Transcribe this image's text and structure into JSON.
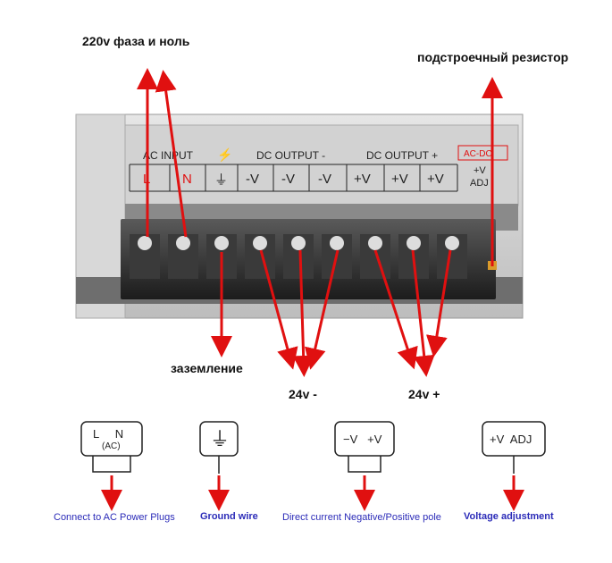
{
  "labels": {
    "phase_neutral": "220v фаза и ноль",
    "trimmer": "подстроечный резистор",
    "ground": "заземление",
    "minus24": "24v -",
    "plus24": "24v +"
  },
  "panel": {
    "ac_input": "AC INPUT",
    "dc_minus": "DC OUTPUT -",
    "dc_plus": "DC OUTPUT +",
    "badge": "AC-DC",
    "adj_top": "+V",
    "adj_bottom": "ADJ",
    "terminals": [
      "L",
      "N",
      "⏚",
      "-V",
      "-V",
      "-V",
      "+V",
      "+V",
      "+V"
    ]
  },
  "legend": [
    {
      "top": "L     N",
      "sub": "(AC)",
      "caption": "Connect to AC Power Plugs"
    },
    {
      "top": "⏚",
      "sub": "",
      "caption": "Ground wire"
    },
    {
      "top": "−V   +V",
      "sub": "",
      "caption": "Direct current Negative/Positive pole"
    },
    {
      "top": "+V  ADJ",
      "sub": "",
      "caption": "Voltage adjustment"
    }
  ],
  "colors": {
    "arrow": "#e01010",
    "caption": "#2b2bb8",
    "metal": "#c9c9c9",
    "terminal": "#2a2a2a"
  }
}
